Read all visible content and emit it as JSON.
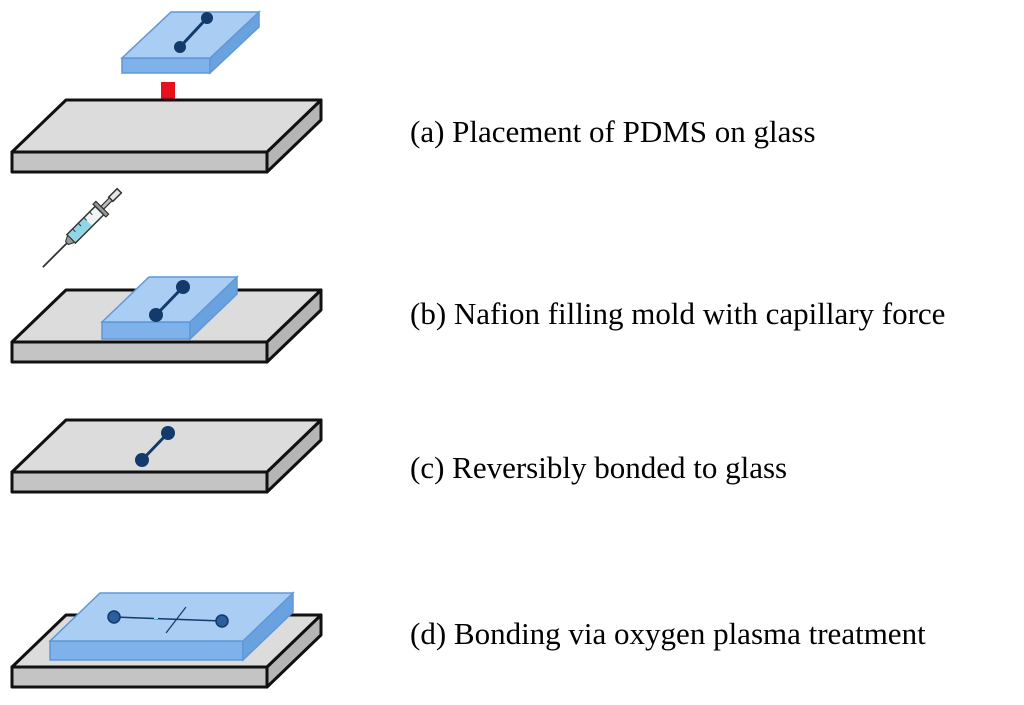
{
  "steps": [
    {
      "label": "(a) Placement of PDMS on glass"
    },
    {
      "label": "(b) Nafion filling mold with capillary force"
    },
    {
      "label": "(c) Reversibly bonded to glass"
    },
    {
      "label": "(d) Bonding via oxygen plasma treatment"
    }
  ],
  "colors": {
    "glass_top": "#dcdcdc",
    "glass_side": "#c4c4c4",
    "pdms_top": "#a9cdf3",
    "pdms_side": "#7fb2ea",
    "pdms_edge": "#5f98d8",
    "channel_dot": "#123a6b",
    "arrow": "#e8101c",
    "outline": "#111111"
  }
}
